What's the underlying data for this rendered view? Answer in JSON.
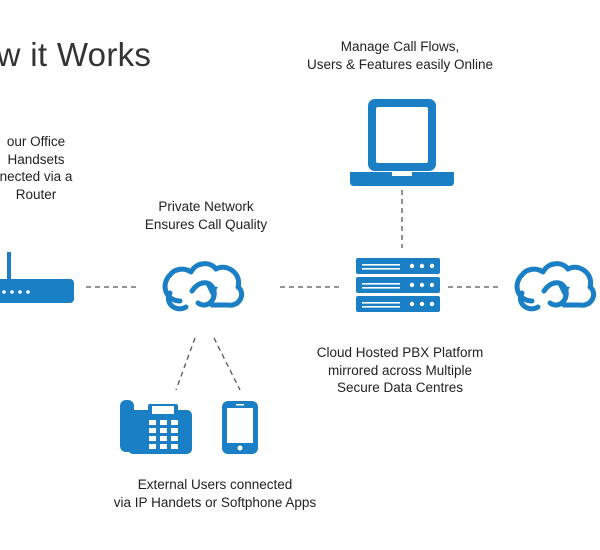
{
  "title": "ow it Works",
  "labels": {
    "manage": [
      "Manage Call Flows,",
      "Users & Features easily Online"
    ],
    "office": [
      "our Office",
      "Handsets",
      "nected via a",
      "Router"
    ],
    "private_network": [
      "Private Network",
      "Ensures Call Quality"
    ],
    "cloud_pbx": [
      "Cloud Hosted PBX Platform",
      "mirrored across Multiple",
      "Secure Data Centres"
    ],
    "external": [
      "External Users connected",
      "via IP Handets or Softphone Apps"
    ]
  },
  "colors": {
    "accent": "#1a7fc4",
    "text": "#222222",
    "title": "#333333",
    "connector": "#555555"
  },
  "icons": [
    "router-icon",
    "cloud-icon",
    "laptop-icon",
    "server-rack-icon",
    "desk-phone-icon",
    "smartphone-icon"
  ]
}
